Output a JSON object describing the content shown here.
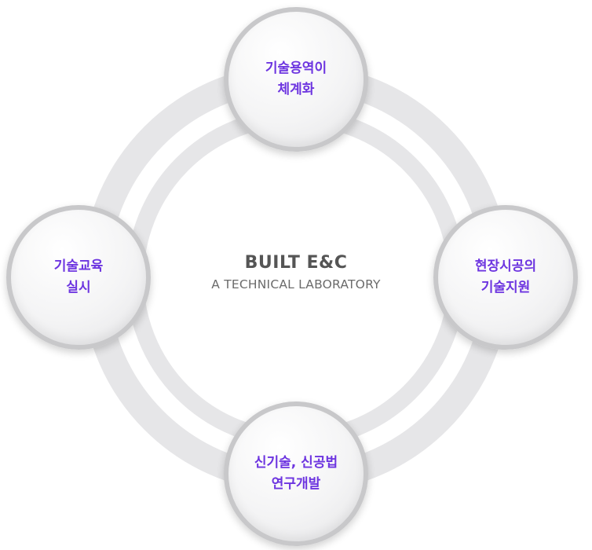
{
  "center": {
    "title": "BUILT E&C",
    "subtitle": "A TECHNICAL LABORATORY"
  },
  "nodes": {
    "top": {
      "label": "기술용역이\n체계화"
    },
    "left": {
      "label": "기술교육\n실시"
    },
    "right": {
      "label": "현장시공의\n기술지원"
    },
    "bottom": {
      "label": "신기술, 신공법\n연구개발"
    }
  },
  "colors": {
    "accent_text": "#6d35e0",
    "ring": "#e4e4e6",
    "node_border": "#c8c8ca"
  }
}
